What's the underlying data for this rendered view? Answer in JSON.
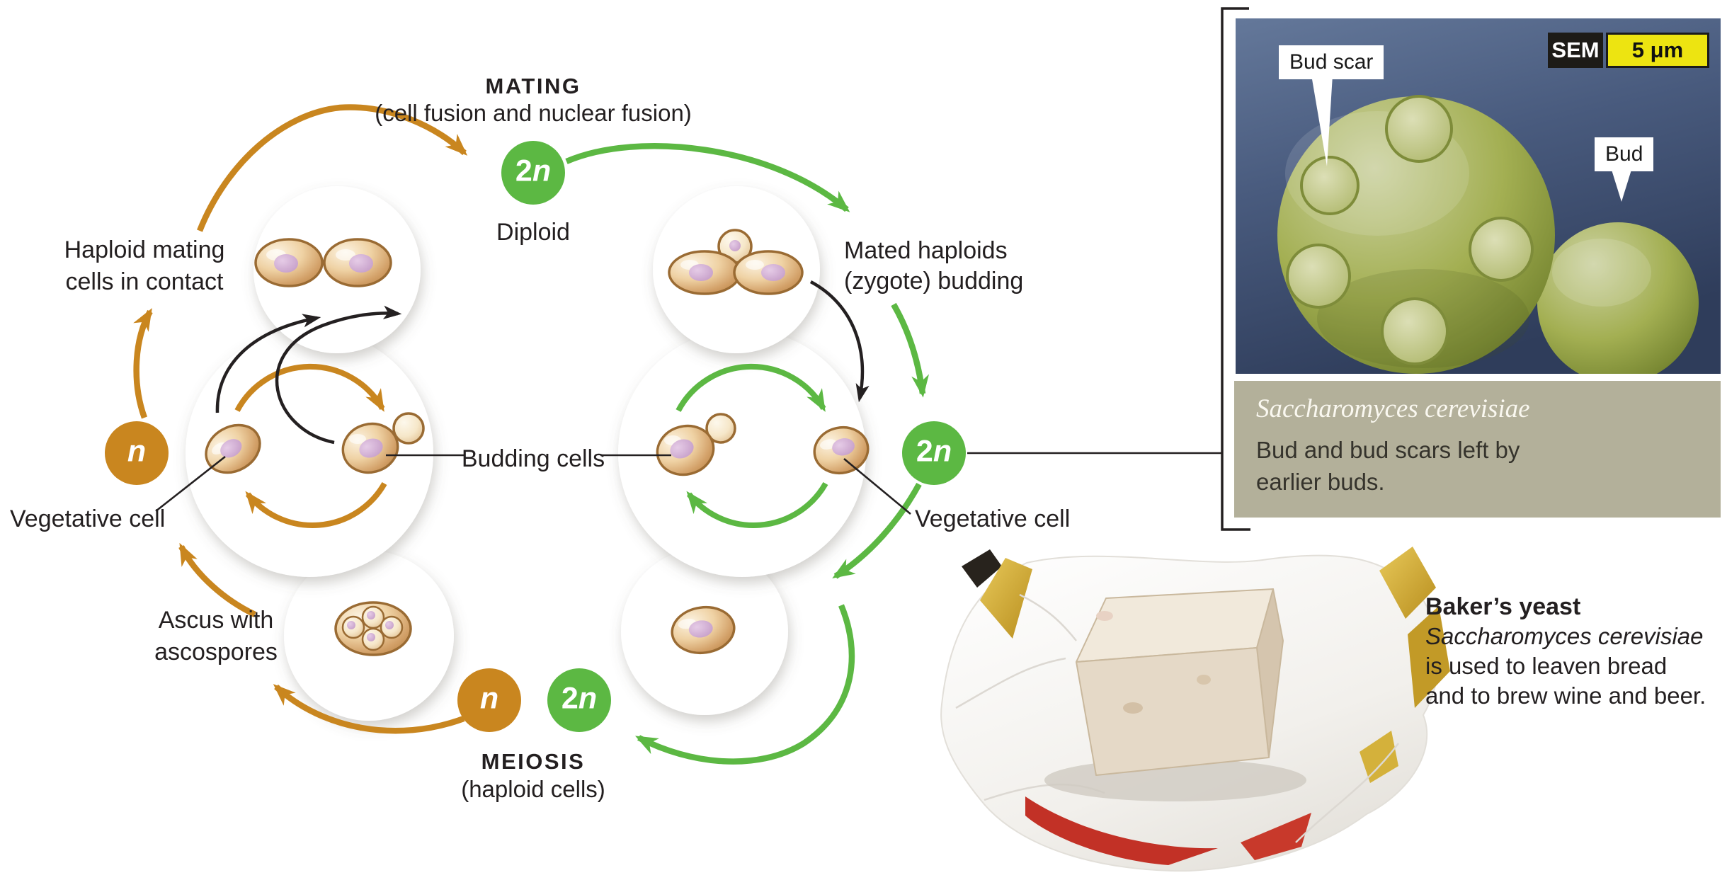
{
  "figure": {
    "mating": {
      "title": "MATING",
      "subtitle": "(cell fusion and nuclear fusion)"
    },
    "meiosis": {
      "title": "MEIOSIS",
      "subtitle": "(haploid cells)"
    },
    "diploid_caption": "Diploid",
    "ploidy": {
      "top_2n": {
        "prefix": "2",
        "symbol": "n"
      },
      "left_n": {
        "prefix": "",
        "symbol": "n"
      },
      "bottom_n": {
        "prefix": "",
        "symbol": "n"
      },
      "bottom_2n": {
        "prefix": "2",
        "symbol": "n"
      },
      "right_2n": {
        "prefix": "2",
        "symbol": "n"
      }
    },
    "labels": {
      "haploid_mating": {
        "line1": "Haploid mating",
        "line2": "cells in contact"
      },
      "mated_haploids": {
        "line1": "Mated haploids",
        "line2": "(zygote) budding"
      },
      "vegetative_left": "Vegetative cell",
      "vegetative_right": "Vegetative cell",
      "budding_cells": "Budding cells",
      "ascus": {
        "line1": "Ascus with",
        "line2": "ascospores"
      }
    }
  },
  "sem_panel": {
    "bud_scar_label": "Bud scar",
    "bud_label": "Bud",
    "technique_badge": "SEM",
    "scale_bar": "5 μm",
    "caption": {
      "title": "Saccharomyces cerevisiae",
      "line1": "Bud and bud scars left by",
      "line2": "earlier buds."
    }
  },
  "bakers_yeast": {
    "title": "Baker’s yeast",
    "line1": "Saccharomyces cerevisiae",
    "line2": "is used to leaven bread",
    "line3": "and to brew wine and beer."
  },
  "colors": {
    "haploid_orange": "#C9861F",
    "diploid_green": "#5CB843",
    "ink": "#231F20",
    "caption_bg": "#B3B09A",
    "scale_bar_yellow": "#EDE411",
    "sem_badge_black": "#1D1B17"
  }
}
